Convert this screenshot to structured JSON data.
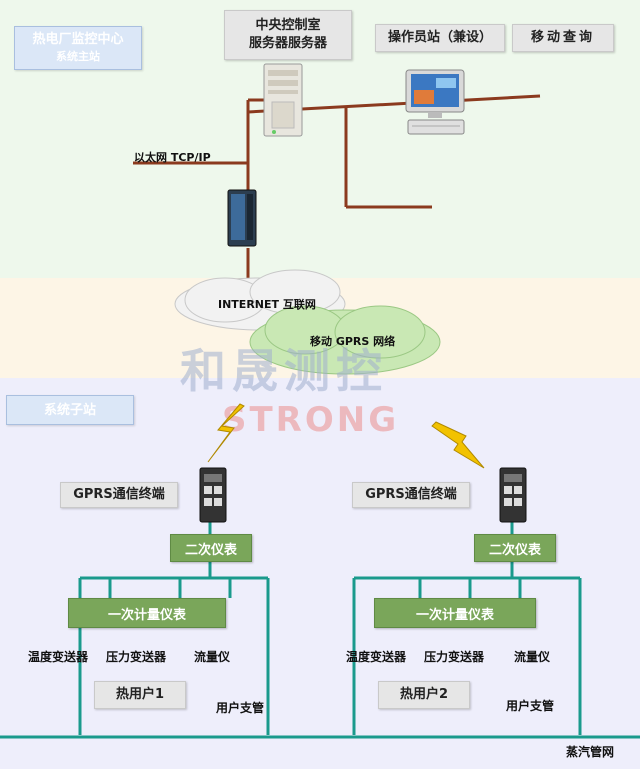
{
  "title": {
    "center_line1": "热电厂监控中心",
    "center_line2": "系统主站"
  },
  "central_room": {
    "line1": "中央控制室",
    "line2": "服务器服务器"
  },
  "operator_station": "操作员站（兼设）",
  "mobile_query": "移动查询",
  "ethernet_label": "以太网 TCP/IP",
  "internet_label": "INTERNET 互联网",
  "gprs_network_label": "移动 GPRS 网络",
  "watermark": {
    "chinese": "和晟测控",
    "english": "STRONG"
  },
  "substation_label": "系统子站",
  "station_left": {
    "gprs_terminal": "GPRS通信终端",
    "secondary_meter": "二次仪表",
    "primary_meter": "一次计量仪表",
    "temp_transmitter": "温度变送器",
    "pressure_transmitter": "压力变送器",
    "flow_meter": "流量仪",
    "user": "热用户1",
    "branch_pipe": "用户支管"
  },
  "station_right": {
    "gprs_terminal": "GPRS通信终端",
    "secondary_meter": "二次仪表",
    "primary_meter": "一次计量仪表",
    "temp_transmitter": "温度变送器",
    "pressure_transmitter": "压力变送器",
    "flow_meter": "流量仪",
    "user": "热用户2",
    "branch_pipe": "用户支管"
  },
  "steam_network": "蒸汽管网",
  "colors": {
    "ethernet_line": "#8b3a1e",
    "bus_line": "#1a9a8c",
    "green_box": "#7aa65a",
    "lightning": "#f2c200"
  }
}
